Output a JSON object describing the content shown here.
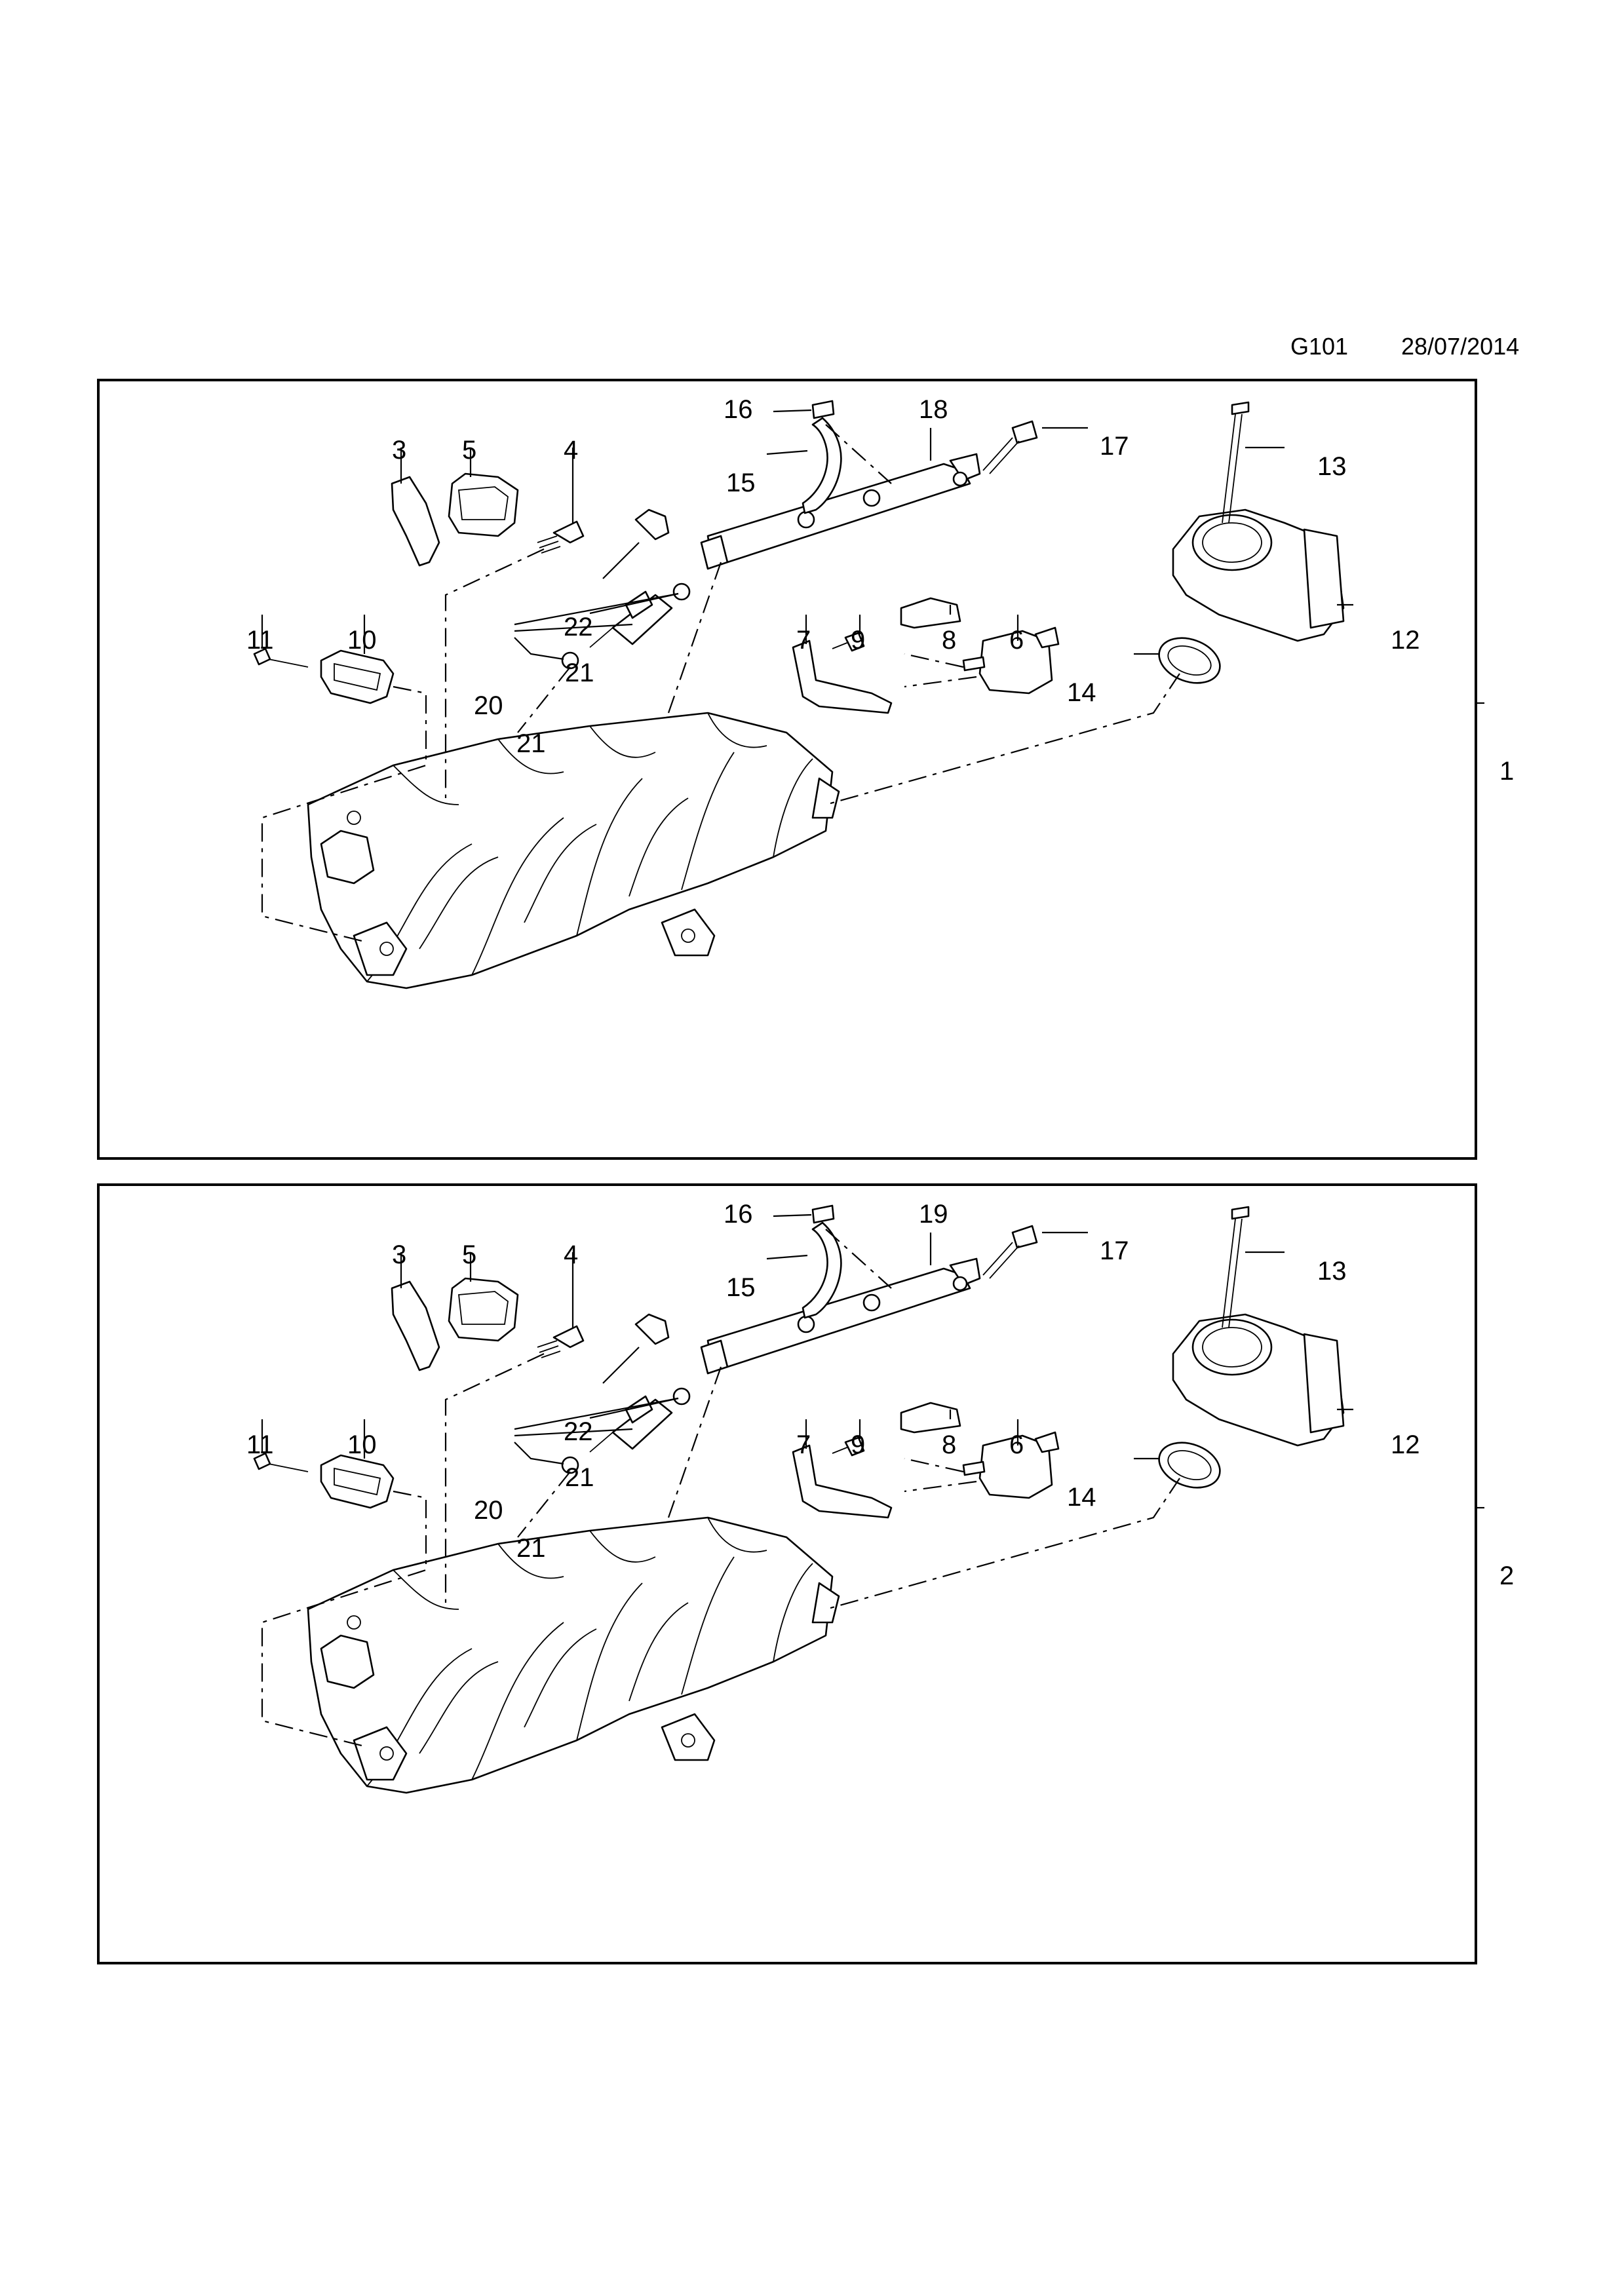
{
  "header": {
    "code": "G101",
    "date": "28/07/2014"
  },
  "panels": [
    {
      "variant": "1",
      "callouts": [
        "3",
        "4",
        "5",
        "6",
        "7",
        "8",
        "9",
        "10",
        "11",
        "12",
        "13",
        "14",
        "15",
        "16",
        "17",
        "18",
        "20",
        "21",
        "21",
        "22"
      ]
    },
    {
      "variant": "2",
      "callouts": [
        "3",
        "4",
        "5",
        "6",
        "7",
        "8",
        "9",
        "10",
        "11",
        "12",
        "13",
        "14",
        "15",
        "16",
        "17",
        "19",
        "20",
        "21",
        "21",
        "22"
      ]
    }
  ]
}
